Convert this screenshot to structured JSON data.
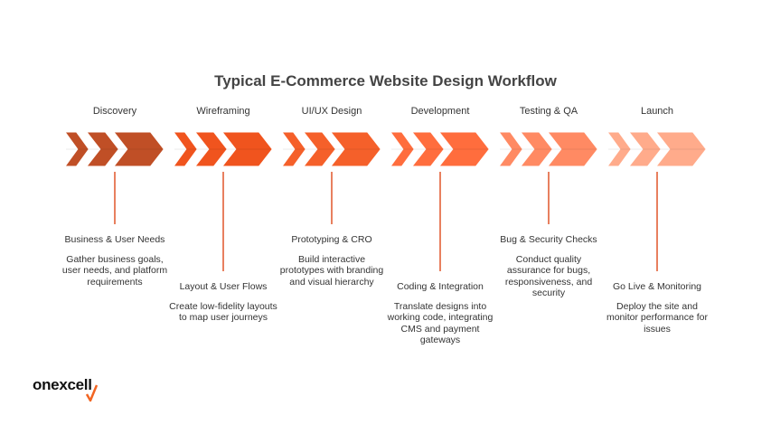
{
  "title": "Typical E-Commerce Website Design Workflow",
  "stages": [
    {
      "name": "Discovery",
      "color": "#c04f26",
      "heading": "Business & User Needs",
      "text": "Gather business goals, user needs, and platform requirements",
      "position": "upper"
    },
    {
      "name": "Wireframing",
      "color": "#f0541e",
      "heading": "Layout & User Flows",
      "text": "Create low-fidelity layouts to map user journeys",
      "position": "lower"
    },
    {
      "name": "UI/UX Design",
      "color": "#f5602a",
      "heading": "Prototyping & CRO",
      "text": "Build interactive prototypes with branding and visual hierarchy",
      "position": "upper"
    },
    {
      "name": "Development",
      "color": "#ff6d3d",
      "heading": "Coding & Integration",
      "text": "Translate designs into working code, integrating CMS and payment gateways",
      "position": "lower"
    },
    {
      "name": "Testing & QA",
      "color": "#ff8a63",
      "heading": "Bug & Security Checks",
      "text": "Conduct quality assurance for bugs, responsiveness, and security",
      "position": "upper"
    },
    {
      "name": "Launch",
      "color": "#ffab8b",
      "heading": "Go Live & Monitoring",
      "text": "Deploy the site and monitor performance for issues",
      "position": "lower"
    }
  ],
  "logo": {
    "text": "onexcell",
    "accent": "#f26522"
  }
}
